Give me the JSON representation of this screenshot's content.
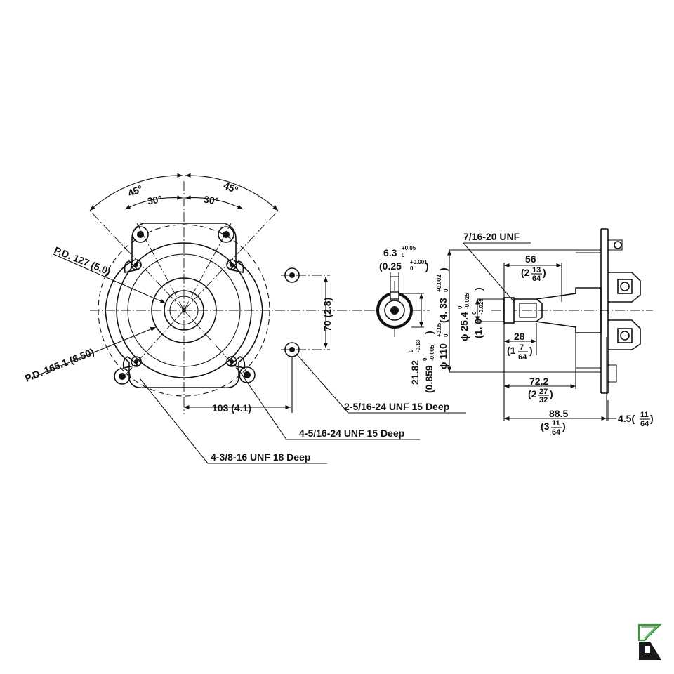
{
  "front_view": {
    "angle_outer_left": "45°",
    "angle_inner_left": "30°",
    "angle_inner_right": "30°",
    "angle_outer_right": "45°",
    "pd_inner": "P.D. 127 (5.0)",
    "pd_outer": "P.D. 165.1 (6.50)",
    "dim_103": "103 (4.1)",
    "dim_70": "70 (2.8)"
  },
  "callouts": {
    "hole_2_5_16": "2-5/16-24 UNF 15 Deep",
    "hole_4_5_16": "4-5/16-24 UNF 15 Deep",
    "hole_4_3_8": "4-3/8-16 UNF 18 Deep"
  },
  "key_view": {
    "key_width": "6.3",
    "key_width_tol_up": "+0.05",
    "key_width_tol_low": "0",
    "key_width_in": "(0.25",
    "key_width_in_tol_up": "+0.001",
    "key_width_in_tol_low": "0",
    "key_width_in_close": ")",
    "key_height": "21.82",
    "key_height_tol_up": "0",
    "key_height_tol_low": "-0.13",
    "key_height_in": "(0.859",
    "key_height_in_tol_up": "0",
    "key_height_in_tol_low": "-0.005",
    "key_height_in_close": ")"
  },
  "side_view": {
    "thread": "7/16-20 UNF",
    "dim_56": "56",
    "dim_56_in_whole": "(2",
    "dim_56_in_num": "13",
    "dim_56_in_den": "64",
    "dim_56_in_close": ")",
    "dim_28": "28",
    "dim_28_in_whole": "(1",
    "dim_28_in_num": "7",
    "dim_28_in_den": "64",
    "dim_28_in_close": ")",
    "dim_72": "72.2",
    "dim_72_in_whole": "(2",
    "dim_72_in_num": "27",
    "dim_72_in_den": "32",
    "dim_72_in_close": ")",
    "dim_88": "88.5",
    "dim_88_in_whole": "(3",
    "dim_88_in_num": "11",
    "dim_88_in_den": "64",
    "dim_88_in_close": ")",
    "dim_45": "4.5(",
    "dim_45_num": "11",
    "dim_45_den": "64",
    "dim_45_close": ")",
    "dia_110": "ϕ 110",
    "dia_110_tol_up": "+0.05",
    "dia_110_tol_low": "0",
    "dia_110_in": "(4. 33",
    "dia_110_in_tol_up": "+0.002",
    "dia_110_in_tol_low": "0",
    "dia_110_in_close": ")",
    "dia_25": "ϕ 25.4",
    "dia_25_tol_up": "0",
    "dia_25_tol_low": "-0.025",
    "dia_25_in": "(1. 0",
    "dia_25_in_tol_up": "0",
    "dia_25_in_tol_low": "-0.025",
    "dia_25_in_close": ")"
  }
}
